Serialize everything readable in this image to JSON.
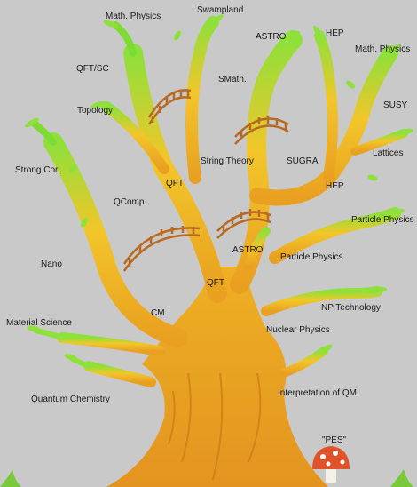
{
  "labels": {
    "math_physics_left": "Math. Physics",
    "swampland": "Swampland",
    "astro_top": "ASTRO",
    "hep_top": "HEP",
    "math_physics_right": "Math. Physics",
    "qft_sc": "QFT/SC",
    "smath": "SMath.",
    "susy": "SUSY",
    "topology": "Topology",
    "lattices": "Lattices",
    "string_theory": "String Theory",
    "sugra": "SUGRA",
    "strong_cor": "Strong Cor.",
    "qft_upper": "QFT",
    "hep_mid": "HEP",
    "qcomp": "QComp.",
    "particle_physics_right": "Particle Physics",
    "astro_mid": "ASTRO",
    "particle_physics_mid": "Particle Physics",
    "nano": "Nano",
    "qft_lower": "QFT",
    "np_technology": "NP Technology",
    "cm": "CM",
    "material_science": "Material Science",
    "nuclear_physics": "Nuclear Physics",
    "quantum_chemistry": "Quantum Chemistry",
    "interpretation_qm": "Interpretation of QM",
    "pes": "\"PES\""
  },
  "colors": {
    "background": "#c9c9c9",
    "trunk": "#e9a020",
    "branch_tip": "#7cdc34",
    "bridge": "#b86a22",
    "mushroom_cap": "#e0532a"
  }
}
